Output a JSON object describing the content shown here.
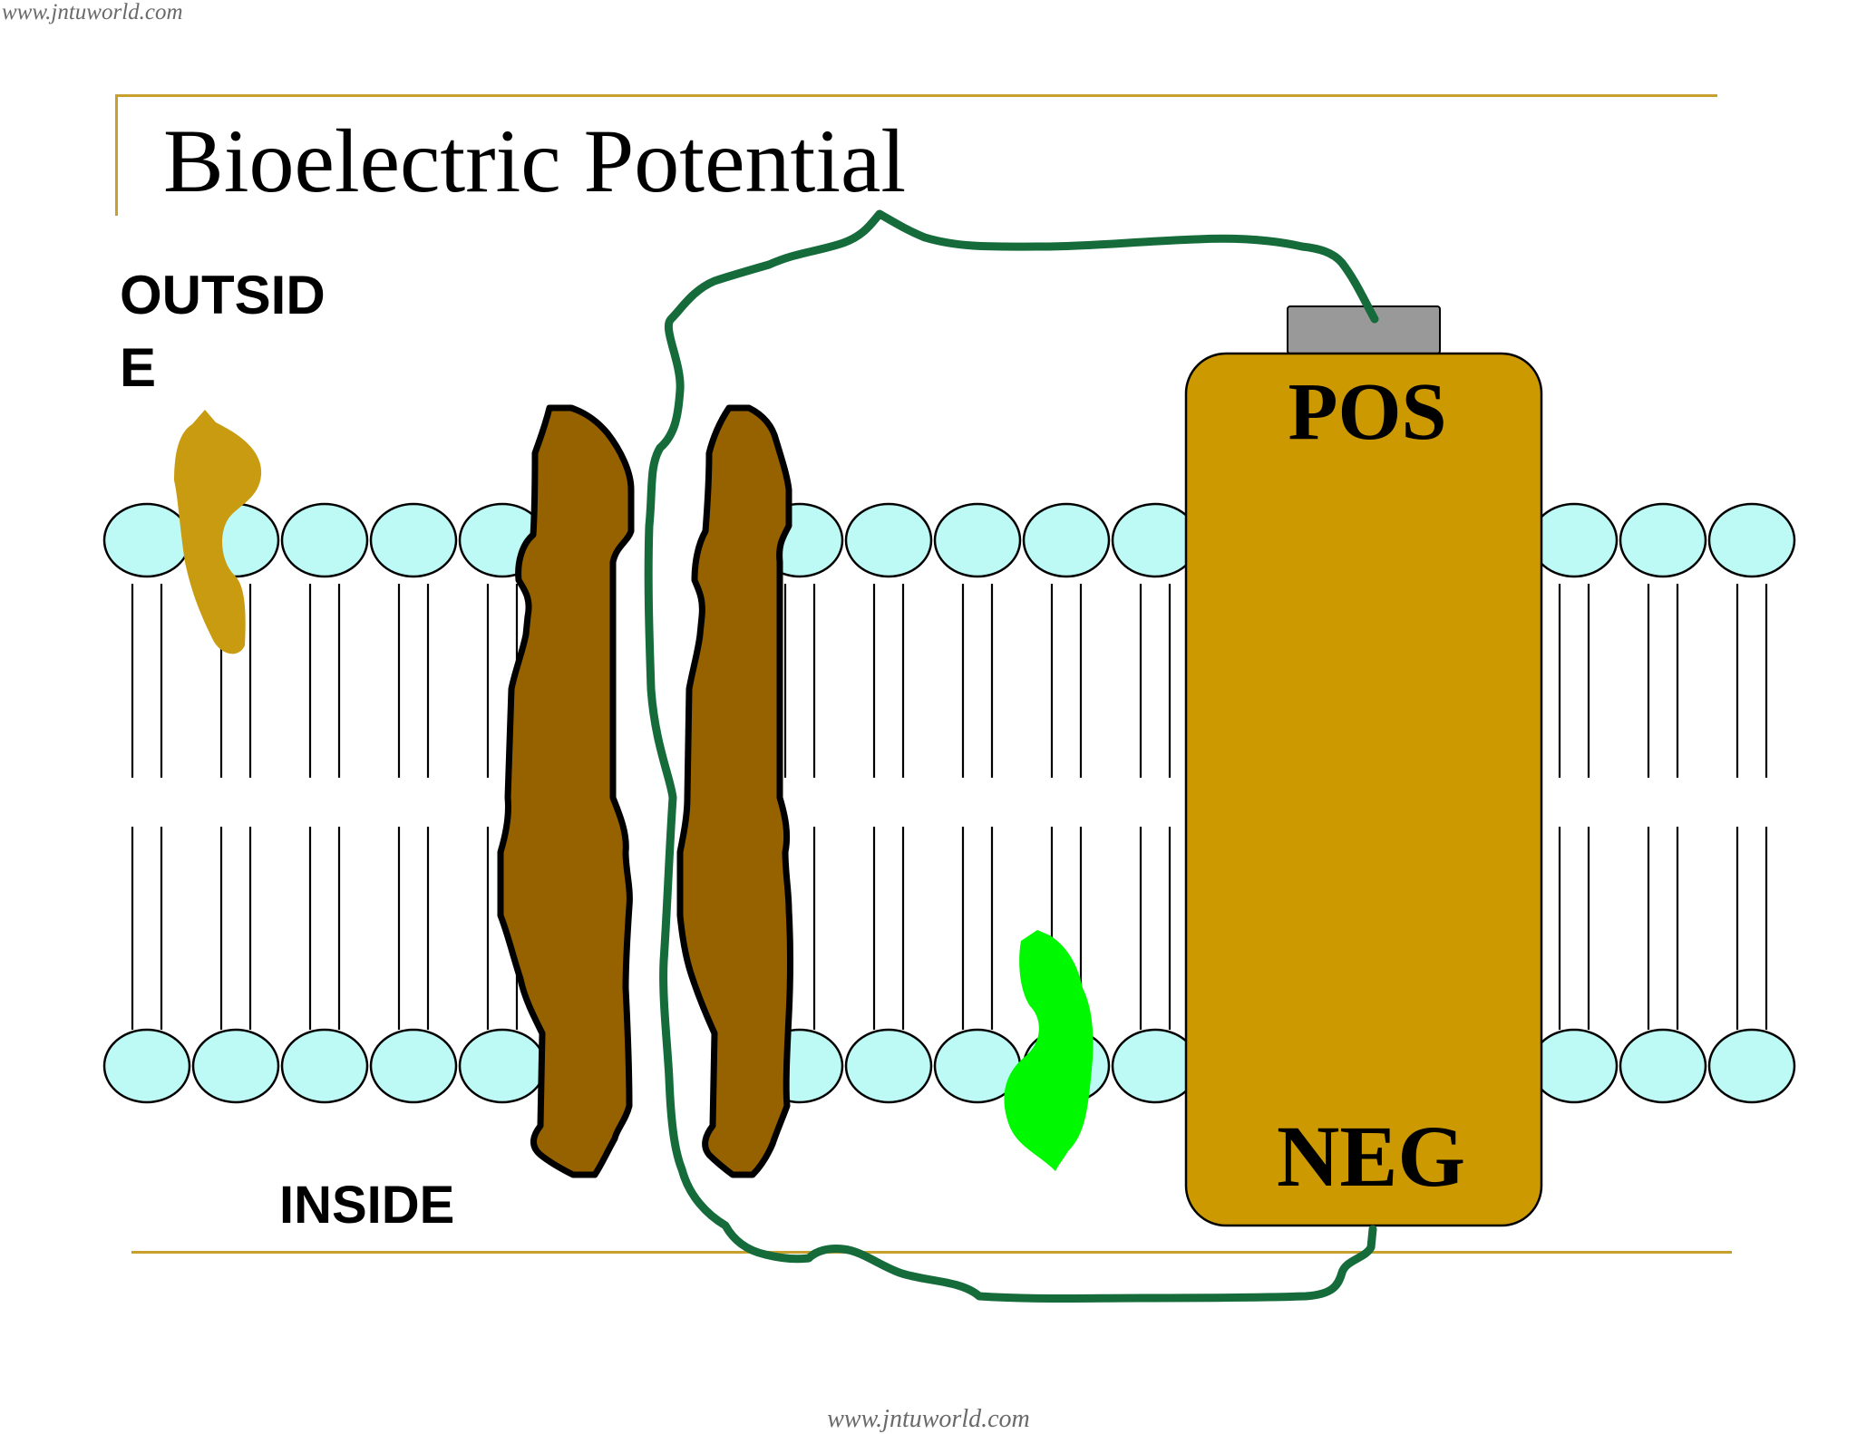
{
  "watermark": {
    "top": "www.jntuworld.com",
    "bottom": "www.jntuworld.com"
  },
  "slide": {
    "title": "Bioelectric Potential",
    "outside_label": "OUTSIDE",
    "inside_label": "INSIDE"
  },
  "battery": {
    "positive_label": "POS",
    "negative_label": "NEG"
  },
  "colors": {
    "accent_rule": "#c8a02e",
    "phospholipid_head": "#bdfaf6",
    "channel_protein": "#966200",
    "battery_body": "#cc9900",
    "battery_terminal": "#999999",
    "wire": "#156b3a",
    "peripheral_protein_outer": "#c89b10",
    "peripheral_protein_inner": "#00f800"
  }
}
